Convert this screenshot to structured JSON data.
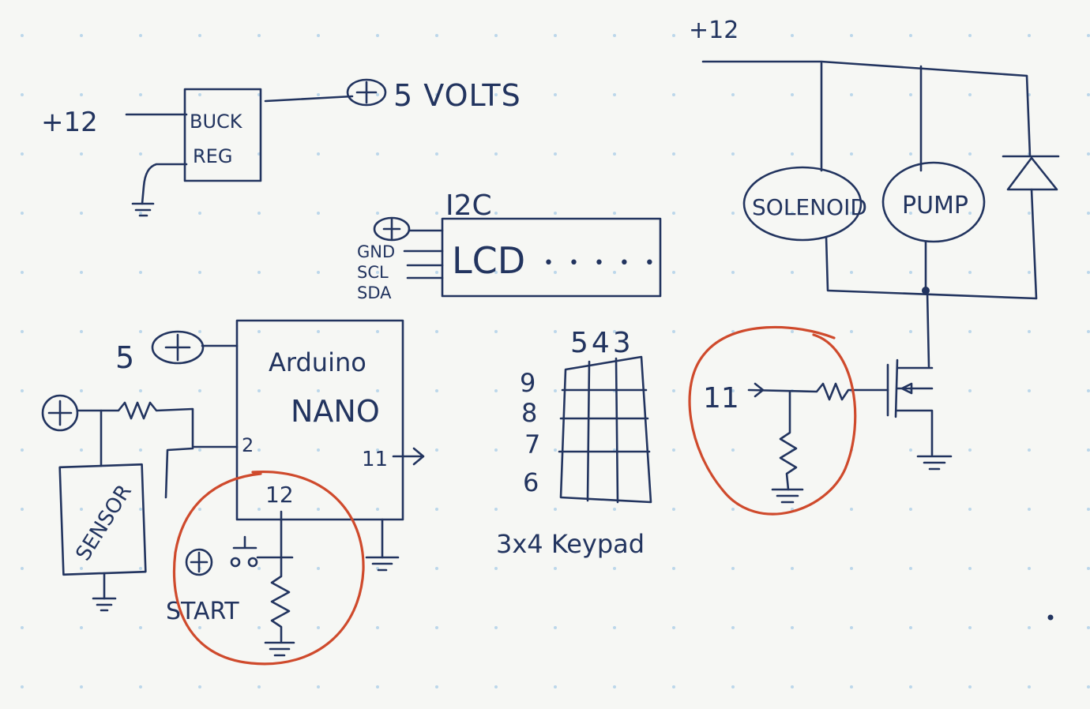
{
  "power": {
    "buck_input": "+12",
    "buck_label_1": "BUCK",
    "buck_label_2": "REG",
    "buck_output": "5 VOLTS",
    "supply_top": "+12"
  },
  "lcd": {
    "bus_label": "I2C",
    "label": "LCD",
    "pins": [
      "GND",
      "SCL",
      "SDA"
    ]
  },
  "arduino": {
    "label_1": "Arduino",
    "label_2": "NANO",
    "supply": "5",
    "pin_sensor": "2",
    "pin_out": "11",
    "pin_start": "12"
  },
  "sensor": {
    "label": "SENSOR"
  },
  "start_button": {
    "label": "START"
  },
  "keypad": {
    "cols_label": "543",
    "rows": [
      "9",
      "8",
      "7",
      "6"
    ],
    "caption": "3x4 Keypad"
  },
  "driver": {
    "pin_in": "11",
    "solenoid": "SOLENOID",
    "pump": "PUMP"
  },
  "colors": {
    "ink": "#22345f",
    "highlight": "#cf4a2c",
    "grid_dot": "#bcd7ea",
    "paper": "#f6f7f4"
  }
}
